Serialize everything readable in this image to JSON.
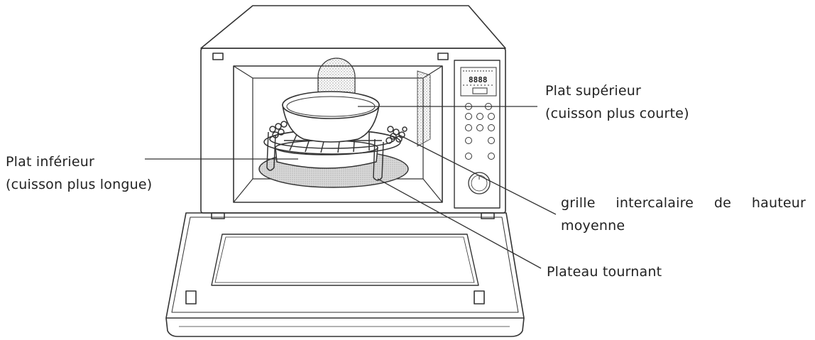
{
  "labels": {
    "upper_dish": {
      "line1": "Plat supérieur",
      "line2": "(cuisson plus courte)"
    },
    "lower_dish": {
      "line1": "Plat inférieur",
      "line2": "(cuisson plus longue)"
    },
    "rack": {
      "line1": "grille intercalaire de hauteur",
      "line2": "moyenne"
    },
    "turntable": {
      "line1": "Plateau tournant"
    }
  },
  "display": {
    "digits": "8888"
  },
  "colors": {
    "ink": "#333333",
    "hatch": "#bbbbbb",
    "background": "#ffffff"
  }
}
